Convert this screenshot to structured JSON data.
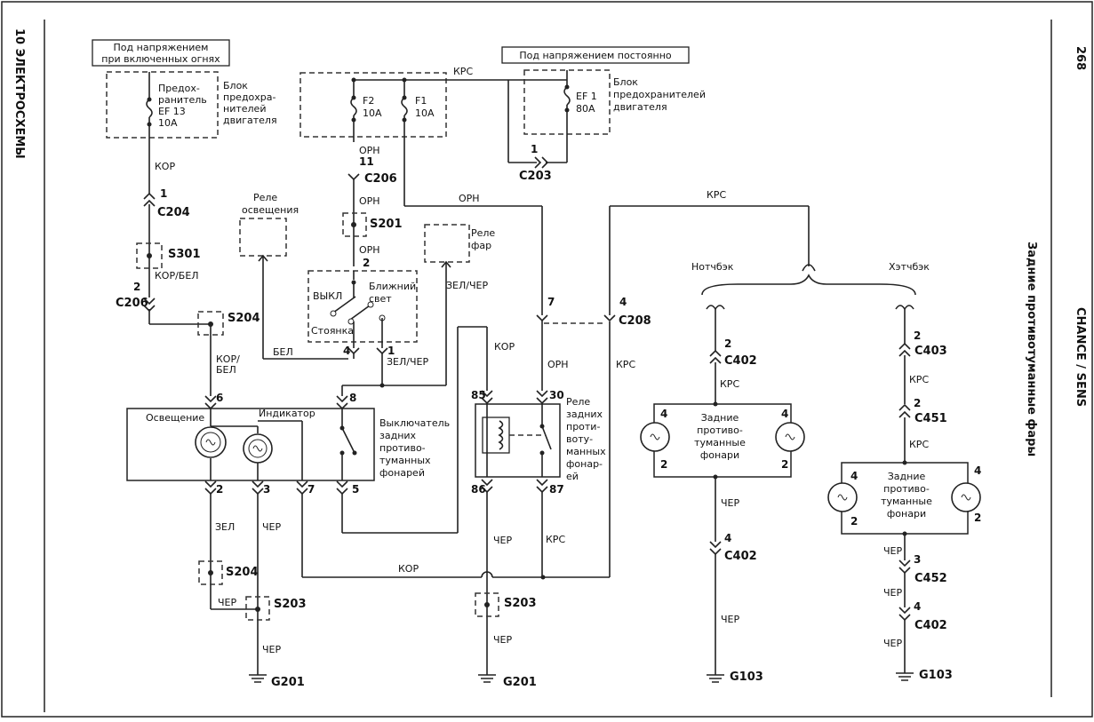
{
  "page": {
    "section": "10 ЭЛЕКТРОСХЕМЫ",
    "page_number": "268",
    "model": "CHANCE / SENS",
    "title": "Задние противотуманные фары"
  },
  "supply": {
    "lights_on": "Под напряжением при включенных огнях",
    "constant": "Под напряжением постоянно"
  },
  "fuses": {
    "ef13": "Предох- ранитель EF 13 10A",
    "f2": "F2 10A",
    "f1": "F1 10A",
    "ef1": "EF 1 80A"
  },
  "blocks": {
    "fuse_block_1": "Блок предохра- нителей двигателя",
    "fuse_block_2": "Блок предохранителей двигателя",
    "lighting_relay": "Реле освещения",
    "headlight_relay": "Реле фар",
    "switch_positions": [
      "ВЫКЛ",
      "Ближний свет",
      "Стоянка"
    ],
    "rear_fog_switch": "Выключатель задних противо- туманных фонарей",
    "switch_sub": [
      "Освещение",
      "Индикатор"
    ],
    "rear_fog_relay": "Реле задних проти- воту- манных фонар- ей",
    "notchback": "Нотчбэк",
    "hatchback": "Хэтчбэк",
    "rear_fog_lamps": "Задние противо- туманные фонари"
  },
  "wires": {
    "kor": "КОР",
    "kor_bel": "КОР/БЕЛ",
    "kor_bel2": "КОР/ БЕЛ",
    "krs": "КРС",
    "orn": "ОРН",
    "bel": "БЕЛ",
    "zel_cher": "ЗЕЛ/ЧЕР",
    "zel": "ЗЕЛ",
    "cher": "ЧЕР"
  },
  "connectors": {
    "c204": "C204",
    "c206": "C206",
    "c203": "C203",
    "c208": "C208",
    "c402": "C402",
    "c403": "C403",
    "c451": "C451",
    "c452": "C452",
    "s301": "S301",
    "s204": "S204",
    "s201": "S201",
    "s203": "S203",
    "g201": "G201",
    "g103": "G103"
  },
  "pins": [
    "1",
    "2",
    "11",
    "4",
    "6",
    "3",
    "7",
    "5",
    "8",
    "85",
    "30",
    "86",
    "87"
  ]
}
